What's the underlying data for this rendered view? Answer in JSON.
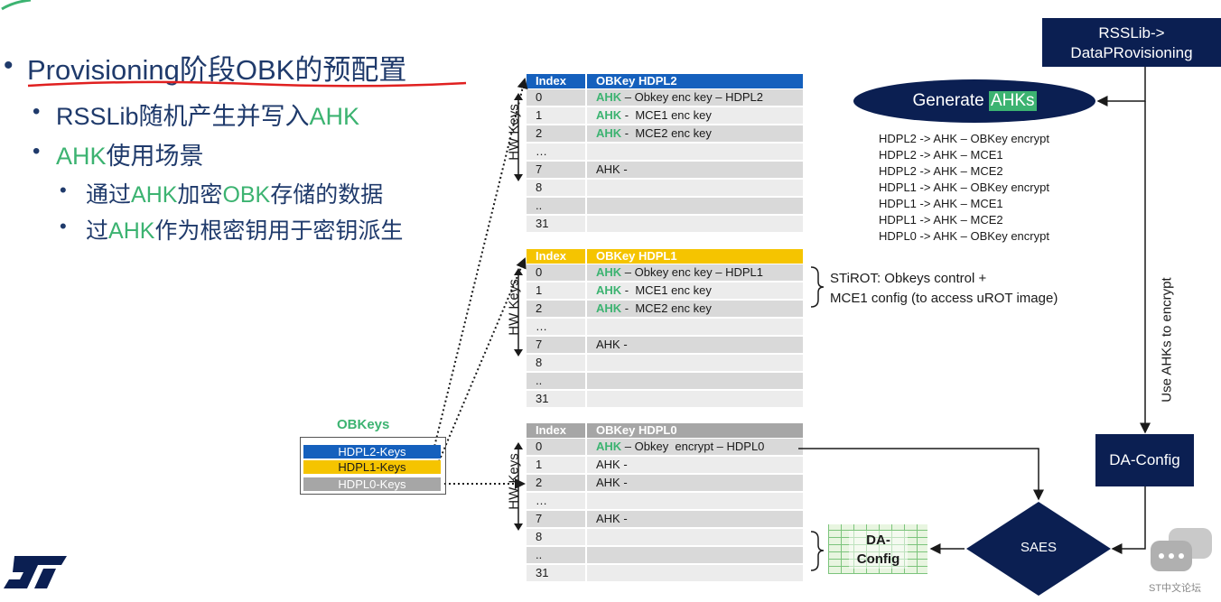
{
  "bullets": {
    "title": "Provisioning阶段OBK的预配置",
    "item1": "RSSLib随机产生并写入AHK",
    "item2": "AHK使用场景",
    "sub1": "通过AHK加密OBK存储的数据",
    "sub2": "过AHK作为根密钥用于密钥派生",
    "bullet_glyph": "•"
  },
  "tables": [
    {
      "header_index": "Index",
      "header_name": "OBKey HDPL2",
      "color": "#1560bd",
      "rows": [
        {
          "idx": "0",
          "ahk": "AHK",
          "rest": " – Obkey enc key – HDPL2"
        },
        {
          "idx": "1",
          "ahk": "AHK",
          "rest": " -  MCE1 enc key"
        },
        {
          "idx": "2",
          "ahk": "AHK",
          "rest": " -  MCE2 enc key"
        },
        {
          "idx": "…",
          "ahk": "",
          "rest": ""
        },
        {
          "idx": "7",
          "ahk": "",
          "rest": "AHK -"
        },
        {
          "idx": "8",
          "ahk": "",
          "rest": ""
        },
        {
          "idx": "..",
          "ahk": "",
          "rest": ""
        },
        {
          "idx": "31",
          "ahk": "",
          "rest": ""
        }
      ]
    },
    {
      "header_index": "Index",
      "header_name": "OBKey HDPL1",
      "color": "#f5c400",
      "rows": [
        {
          "idx": "0",
          "ahk": "AHK",
          "rest": " – Obkey enc key – HDPL1"
        },
        {
          "idx": "1",
          "ahk": "AHK",
          "rest": " -  MCE1 enc key"
        },
        {
          "idx": "2",
          "ahk": "AHK",
          "rest": " -  MCE2 enc key"
        },
        {
          "idx": "…",
          "ahk": "",
          "rest": ""
        },
        {
          "idx": "7",
          "ahk": "",
          "rest": "AHK -"
        },
        {
          "idx": "8",
          "ahk": "",
          "rest": ""
        },
        {
          "idx": "..",
          "ahk": "",
          "rest": ""
        },
        {
          "idx": "31",
          "ahk": "",
          "rest": ""
        }
      ]
    },
    {
      "header_index": "Index",
      "header_name": "OBKey HDPL0",
      "color": "#a6a6a6",
      "rows": [
        {
          "idx": "0",
          "ahk": "AHK",
          "rest": " – Obkey  encrypt – HDPL0"
        },
        {
          "idx": "1",
          "ahk": "",
          "rest": "AHK -"
        },
        {
          "idx": "2",
          "ahk": "",
          "rest": "AHK -"
        },
        {
          "idx": "…",
          "ahk": "",
          "rest": ""
        },
        {
          "idx": "7",
          "ahk": "",
          "rest": "AHK -"
        },
        {
          "idx": "8",
          "ahk": "",
          "rest": ""
        },
        {
          "idx": "..",
          "ahk": "",
          "rest": ""
        },
        {
          "idx": "31",
          "ahk": "",
          "rest": ""
        }
      ]
    }
  ],
  "hw_keys_label": "HW Keys",
  "obkeys": {
    "title": "OBKeys",
    "items": [
      {
        "label": "HDPL2-Keys",
        "color": "#1560bd",
        "text_color": "#ffffff"
      },
      {
        "label": "HDPL1-Keys",
        "color": "#f5c400",
        "text_color": "#1a1a1a"
      },
      {
        "label": "HDPL0-Keys",
        "color": "#a6a6a6",
        "text_color": "#ffffff"
      }
    ]
  },
  "generate": {
    "prefix": "Generate ",
    "highlight": "AHKs"
  },
  "ahk_list": [
    "HDPL2 -> AHK – OBKey encrypt",
    "HDPL2 -> AHK – MCE1",
    "HDPL2 -> AHK – MCE2",
    "HDPL1 -> AHK – OBKey encrypt",
    "HDPL1 -> AHK – MCE1",
    "HDPL1 -> AHK – MCE2",
    "HDPL0 -> AHK – OBKey encrypt"
  ],
  "rsslib": {
    "line1": "RSSLib->",
    "line2": "DataPRovisioning"
  },
  "use_ahks": "Use AHKs to encrypt",
  "da_config": "DA-Config",
  "saes": "SAES",
  "stirot": {
    "line1": "STiROT: Obkeys control +",
    "line2": "MCE1 config (to access uROT image)"
  },
  "da_config_small": {
    "line1": "DA-",
    "line2": "Config"
  },
  "watermark": "ST中文论坛",
  "colors": {
    "navy": "#0b1f52",
    "green": "#3cb371",
    "blue": "#1560bd",
    "yellow": "#f5c400",
    "gray": "#a6a6a6"
  }
}
